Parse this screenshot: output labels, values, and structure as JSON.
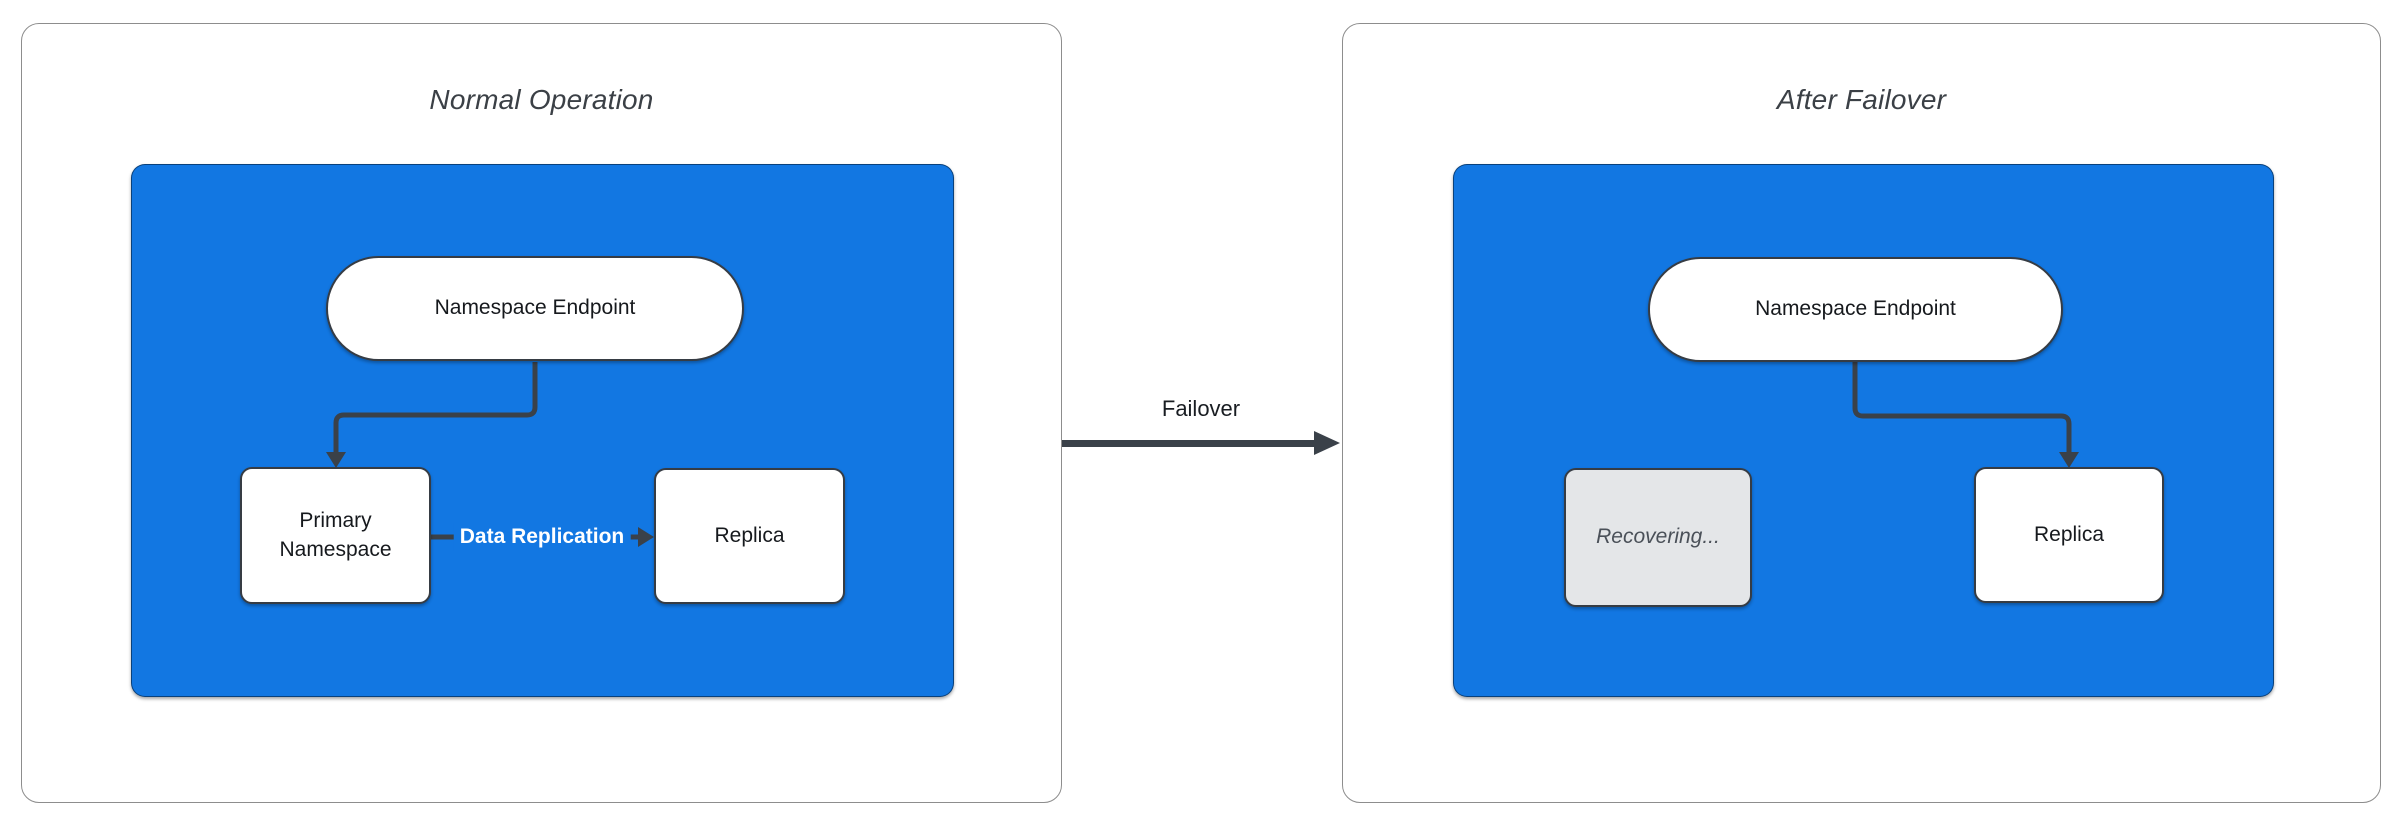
{
  "colors": {
    "cluster_blue": "#1277e2",
    "connector_dark": "#3a4149",
    "panel_border_gray": "#8d8d8d",
    "recovering_fill": "#e4e6e8",
    "recovering_text": "#4a5058",
    "node_text": "#16191d",
    "title_text": "#3b4046"
  },
  "left_panel": {
    "title": "Normal Operation",
    "nodes": {
      "endpoint": "Namespace Endpoint",
      "primary": "Primary Namespace",
      "replica": "Replica"
    },
    "edges": {
      "replication": "Data Replication"
    }
  },
  "right_panel": {
    "title": "After Failover",
    "nodes": {
      "endpoint": "Namespace Endpoint",
      "recovering": "Recovering...",
      "replica": "Replica"
    }
  },
  "transition": {
    "label": "Failover"
  }
}
